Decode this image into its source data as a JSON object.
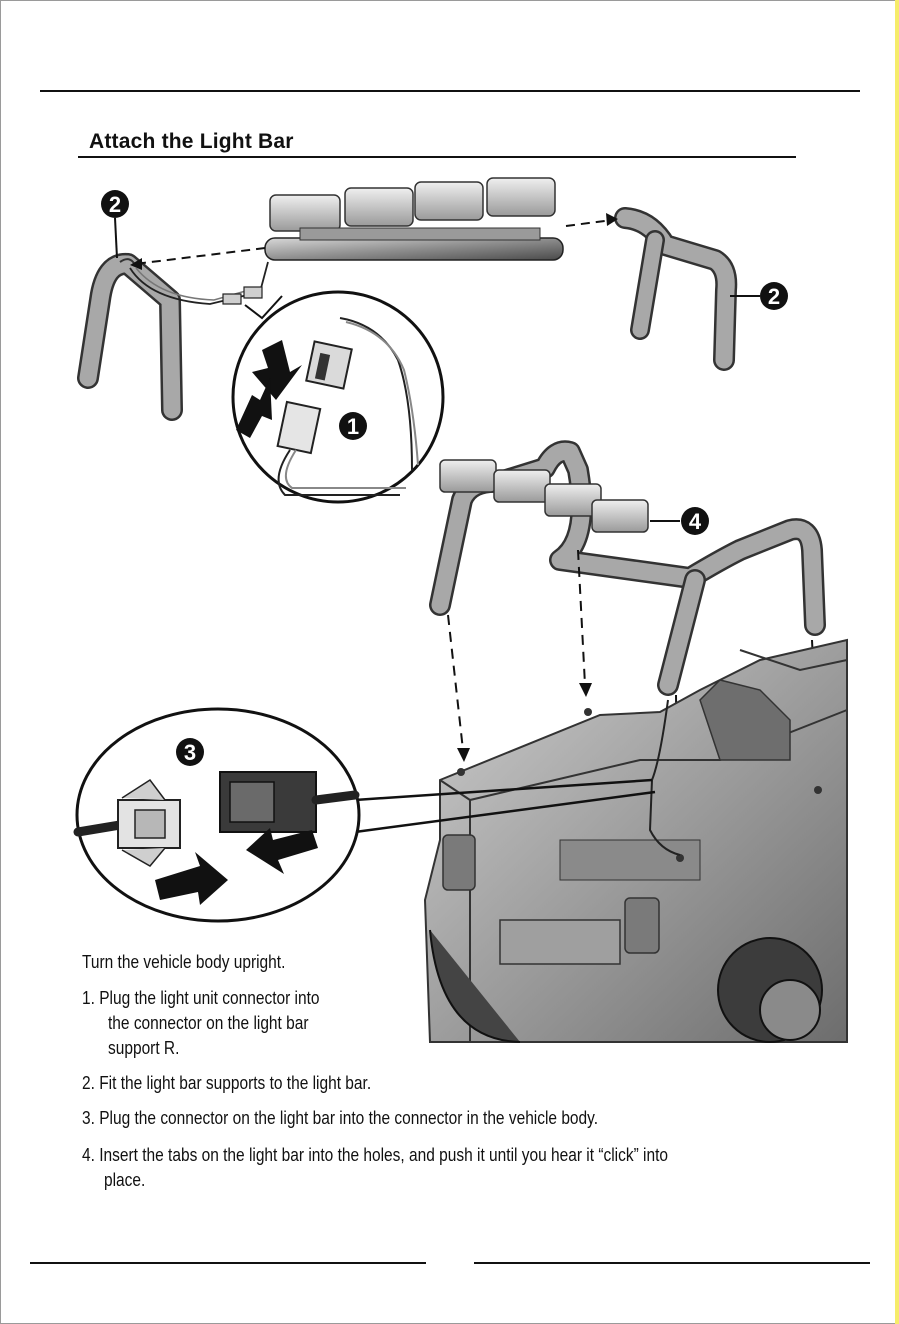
{
  "section": {
    "title": "Attach the Light Bar"
  },
  "callouts": {
    "step1": "1",
    "step2_left": "2",
    "step2_right": "2",
    "step3": "3",
    "step4": "4"
  },
  "instructions": {
    "intro": "Turn the vehicle body upright.",
    "step1_line1": "1. Plug the light unit connector into",
    "step1_line2": "the connector on the light bar",
    "step1_line3": "support R.",
    "step2": "2. Fit the light bar supports to the light bar.",
    "step3": "3. Plug the connector on the light bar into the connector in the vehicle body.",
    "step4_line1": "4. Insert the tabs on the light bar into the holes, and push it until you hear it “click” into",
    "step4_line2": "place."
  },
  "colors": {
    "ink": "#111111",
    "part_gray": "#8c8c8c",
    "part_light": "#c9c9c9",
    "page_edge": "#f6ec6a"
  }
}
